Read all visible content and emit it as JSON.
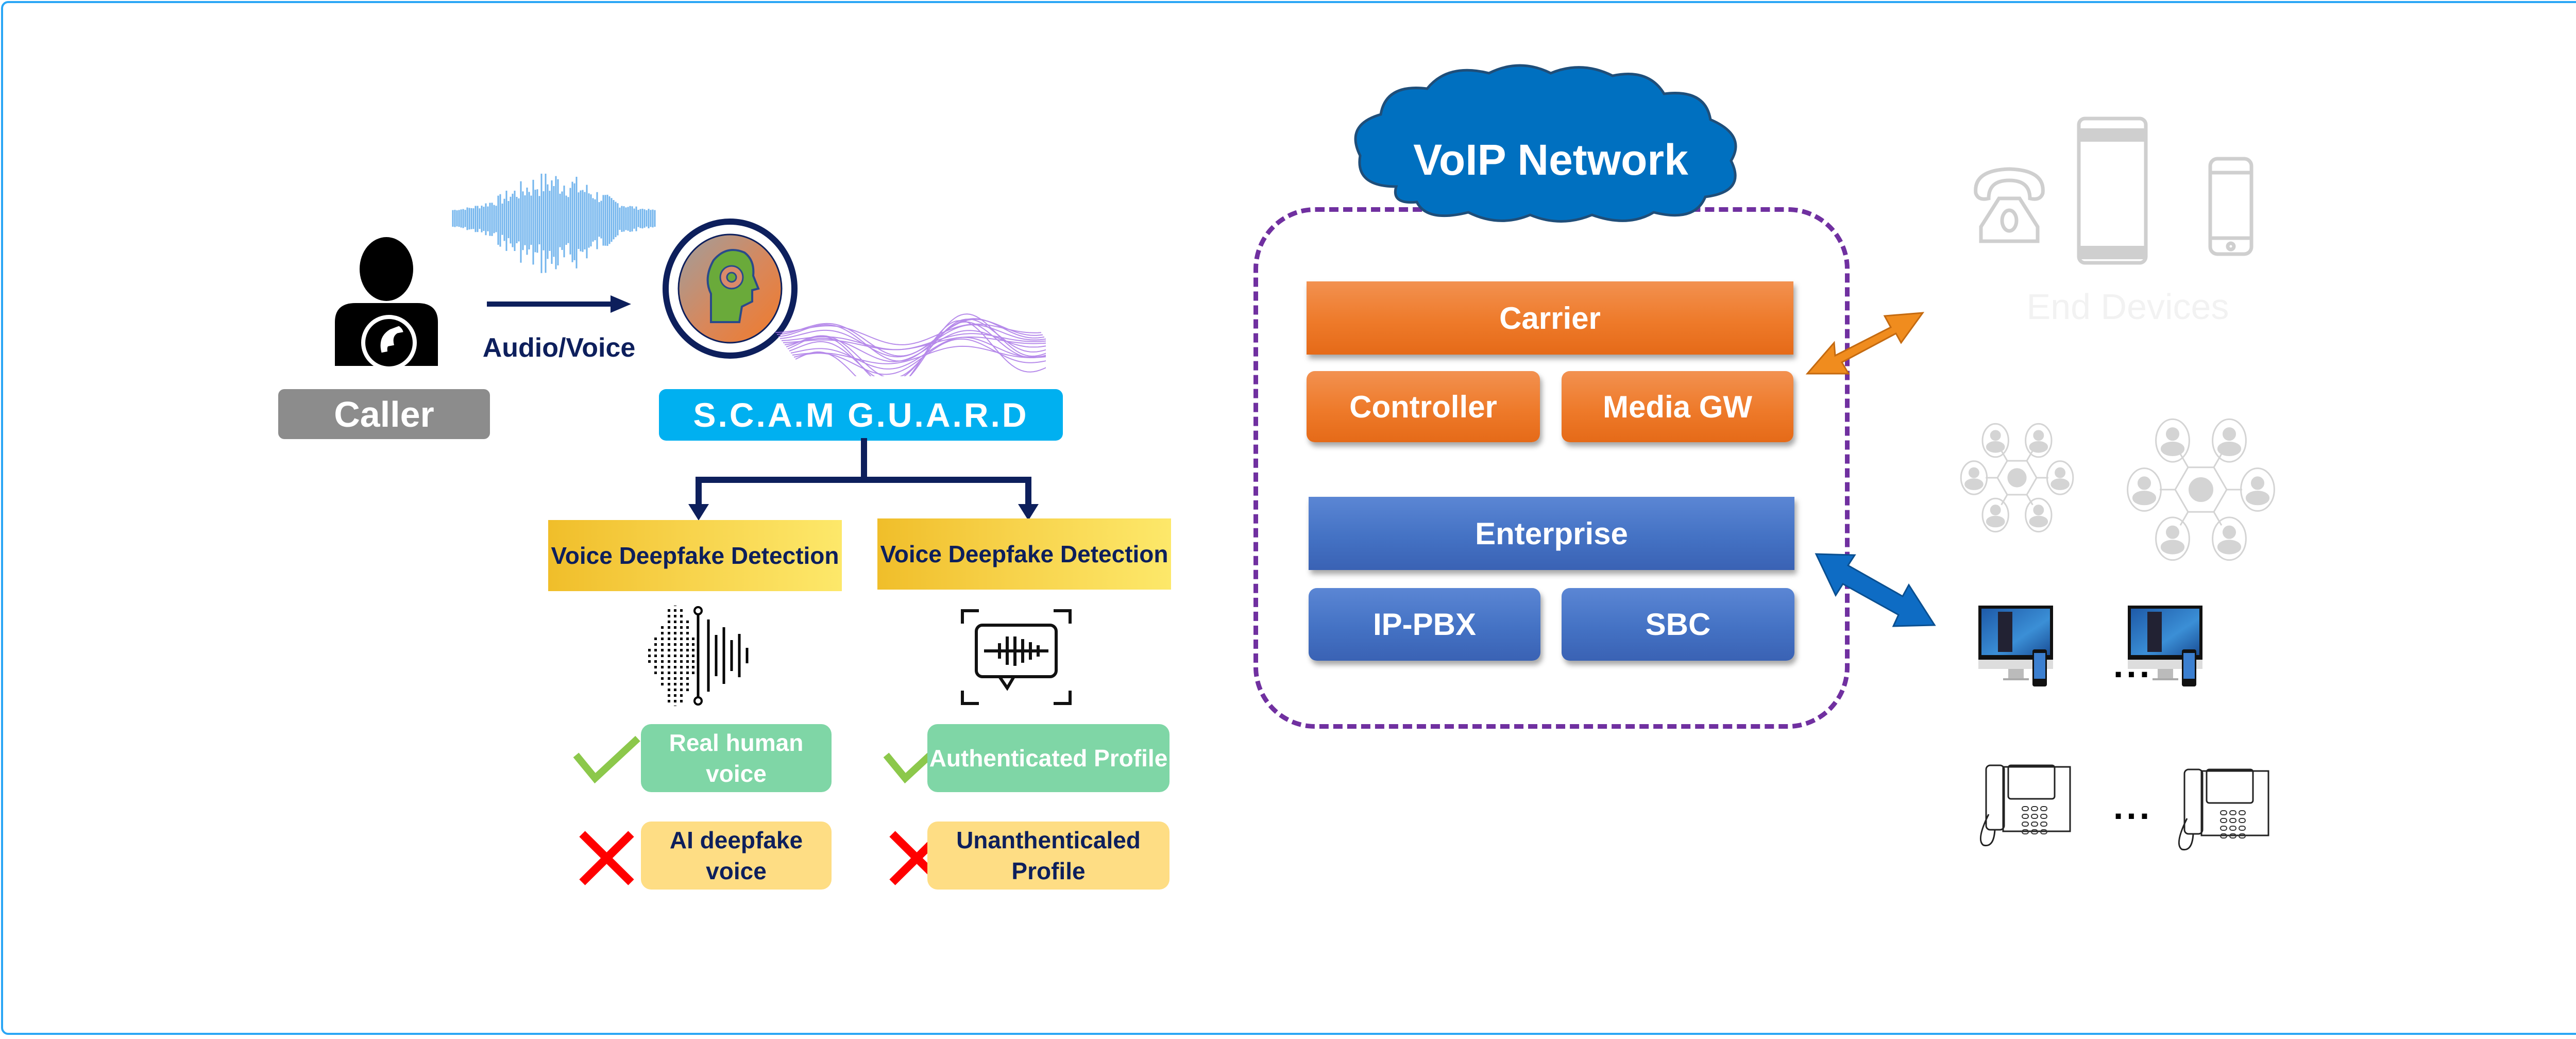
{
  "caller": {
    "label": "Caller",
    "icon": "person-with-phone-icon"
  },
  "flow": {
    "arrow_label": "Audio/Voice",
    "input_waveform_icon": "blue-audio-waveform",
    "ai_engine_icon": "ai-head-gear-icon",
    "output_waveform_icon": "purple-3d-waveform"
  },
  "system": {
    "name": "S.C.A.M G.U.A.R.D",
    "branches": [
      {
        "title": "Voice Deepfake Detection",
        "icon": "voice-spectrum-icon",
        "pass_label": "Real human voice",
        "fail_label": "AI deepfake voice"
      },
      {
        "title": "Voice Deepfake Detection",
        "icon": "voice-message-scan-icon",
        "pass_label": "Authenticated Profile",
        "fail_label": "Unanthenticaled Profile"
      }
    ],
    "pass_mark": "✓",
    "fail_mark": "✗"
  },
  "network": {
    "cloud_title": "VoIP Network",
    "carrier": {
      "title": "Carrier",
      "components": [
        "Controller",
        "Media GW"
      ]
    },
    "enterprise": {
      "title": "Enterprise",
      "components": [
        "IP-PBX",
        "SBC"
      ]
    }
  },
  "endpoints": {
    "end_devices_label": "End Devices",
    "end_devices": [
      "rotary-telephone-icon",
      "tablet-icon",
      "smartphone-icon"
    ],
    "call_center_groups": [
      "call-center-hub-icon",
      "call-center-hub-icon"
    ],
    "softphones_ellipsis": "...",
    "desk_phones_ellipsis": "..."
  },
  "colors": {
    "frame_border": "#2aa6f5",
    "caller_gray": "#8c8c8c",
    "navy": "#0d1f5c",
    "guard_cyan": "#00b0f0",
    "detect_gold": "#f7d24a",
    "pass_green": "#7fd6a6",
    "fail_yellow": "#fedd84",
    "check_green": "#8cc84b",
    "cross_red": "#ff0000",
    "carrier_orange": "#ee7a2a",
    "enterprise_blue": "#4472c4",
    "cloud_blue": "#0070c0",
    "dashed_purple": "#7030a0"
  }
}
